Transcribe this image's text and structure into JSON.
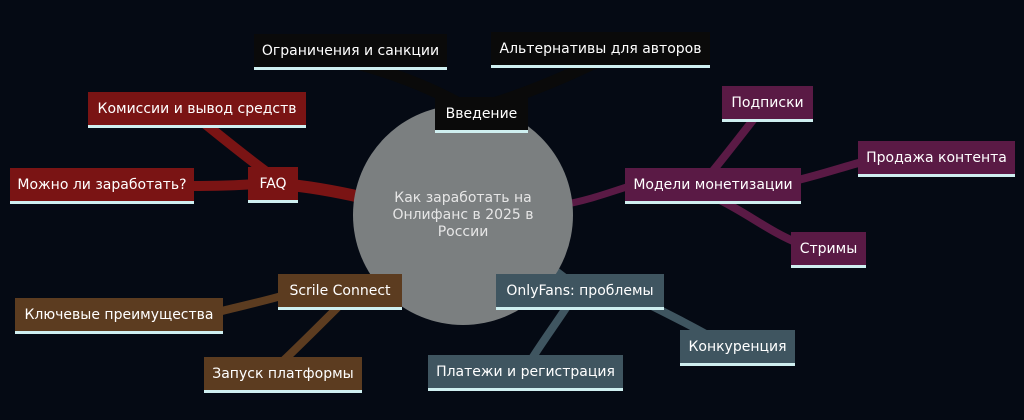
{
  "center_topic": "Как заработать на\nОнлифанс в 2025 в России",
  "colors": {
    "background": "#050a14",
    "center": "#7b7f80",
    "intro": "#0a0a0a",
    "faq": "#7a1414",
    "monetization": "#5a1a45",
    "scrile": "#5c3c20",
    "onlyfans": "#3f5560",
    "underline": "#cfeff0"
  },
  "branches": {
    "intro": {
      "label": "Введение",
      "children": [
        "Ограничения и санкции",
        "Альтернативы для авторов"
      ]
    },
    "faq": {
      "label": "FAQ",
      "children": [
        "Комиссии и вывод средств",
        "Можно ли заработать?"
      ]
    },
    "monetization": {
      "label": "Модели монетизации",
      "children": [
        "Подписки",
        "Продажа контента",
        "Стримы"
      ]
    },
    "scrile": {
      "label": "Scrile Connect",
      "children": [
        "Ключевые преимущества",
        "Запуск платформы"
      ]
    },
    "onlyfans": {
      "label": "OnlyFans: проблемы",
      "children": [
        "Конкуренция",
        "Платежи и регистрация"
      ]
    }
  }
}
